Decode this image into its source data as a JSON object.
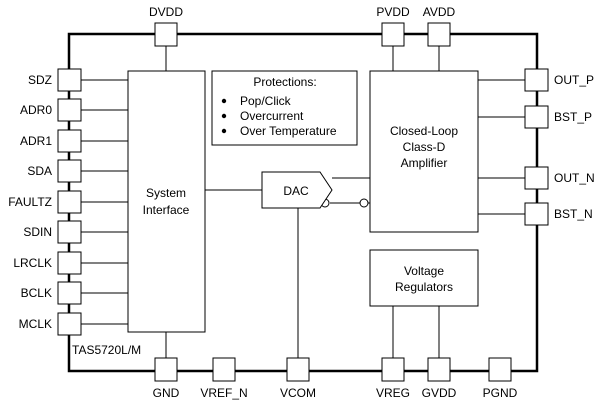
{
  "chip": {
    "part_number": "TAS5720L/M"
  },
  "pins": {
    "top": [
      "DVDD",
      "PVDD",
      "AVDD"
    ],
    "left": [
      "SDZ",
      "ADR0",
      "ADR1",
      "SDA",
      "FAULTZ",
      "SDIN",
      "LRCLK",
      "BCLK",
      "MCLK"
    ],
    "right": [
      "OUT_P",
      "BST_P",
      "OUT_N",
      "BST_N"
    ],
    "bottom": [
      "GND",
      "VREF_N",
      "VCOM",
      "VREG",
      "GVDD",
      "PGND"
    ]
  },
  "blocks": {
    "system_interface": {
      "line1": "System",
      "line2": "Interface"
    },
    "dac": {
      "label": "DAC"
    },
    "amplifier": {
      "line1": "Closed-Loop",
      "line2": "Class-D",
      "line3": "Amplifier"
    },
    "regulators": {
      "line1": "Voltage",
      "line2": "Regulators"
    }
  },
  "protections": {
    "title": "Protections:",
    "items": [
      "Pop/Click",
      "Overcurrent",
      "Over Temperature"
    ]
  }
}
